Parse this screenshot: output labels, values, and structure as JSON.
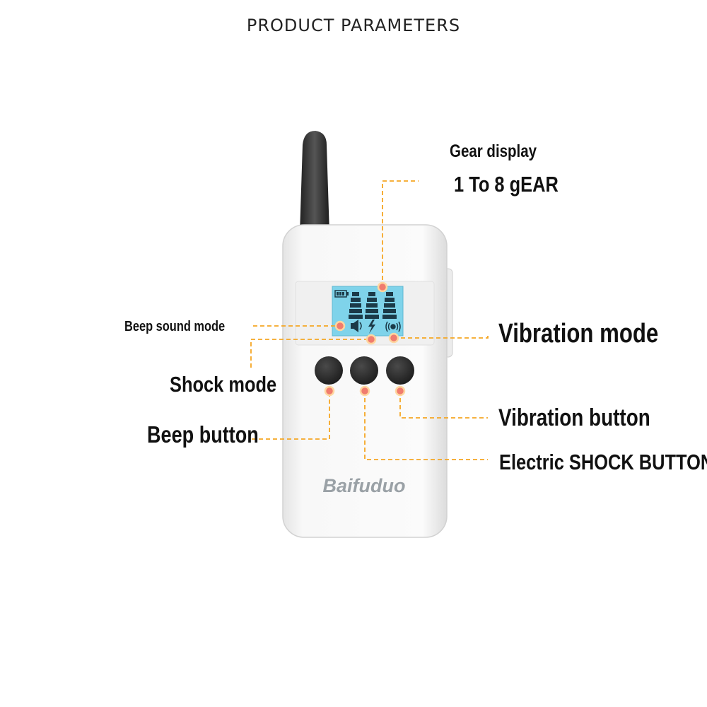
{
  "page": {
    "title": "PRODUCT PARAMETERS"
  },
  "labels": {
    "gear_display": "Gear display",
    "gear_range": "1 To 8 gEAR",
    "beep_sound_mode": "Beep sound mode",
    "vibration_mode": "Vibration mode",
    "shock_mode": "Shock mode",
    "vibration_button": "Vibration button",
    "beep_button": "Beep button",
    "electric_shock_button": "Electric SHOCK BUTTON"
  },
  "device": {
    "brand": "Baifuduo"
  },
  "colors": {
    "accent": "#f5a623",
    "marker": "#f07c6e",
    "lcd": "#7fd3ea",
    "button": "#2b2b2b",
    "antenna": "#3a3a3a"
  },
  "icons": [
    "battery-icon",
    "speaker-icon",
    "lightning-icon",
    "vibration-icon"
  ]
}
